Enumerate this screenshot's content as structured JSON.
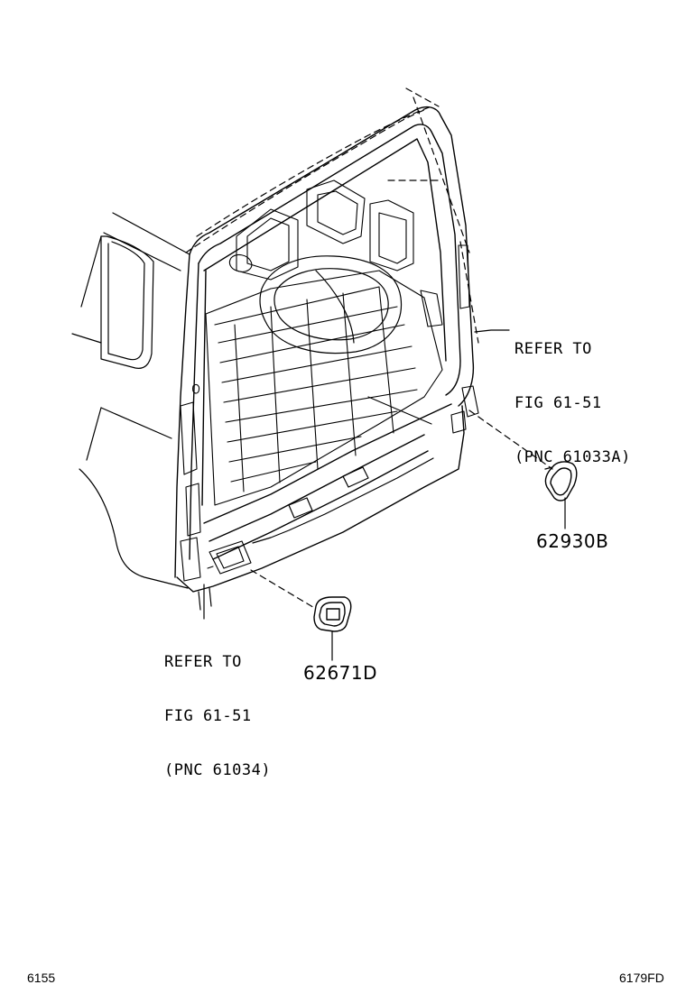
{
  "callouts": [
    {
      "line1": "REFER TO",
      "line2": "FIG 61-51",
      "line3": "(PNC 61033A)"
    },
    {
      "line1": "REFER TO",
      "line2": "FIG 61-51",
      "line3": "(PNC 61034)"
    }
  ],
  "parts": [
    {
      "number": "62930B"
    },
    {
      "number": "62671D"
    }
  ],
  "footer": {
    "left_code": "6155",
    "right_code": "6179FD"
  }
}
